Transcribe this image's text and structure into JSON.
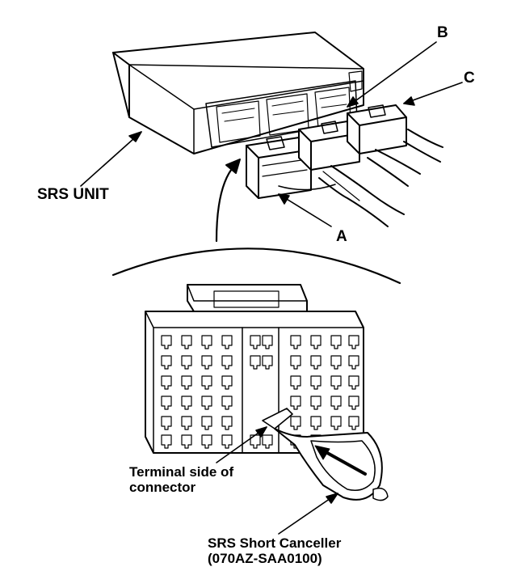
{
  "labels": {
    "srs_unit": "SRS UNIT",
    "a": "A",
    "b": "B",
    "c": "C",
    "terminal_line1": "Terminal side of",
    "terminal_line2": "connector",
    "canceller_line1": "SRS Short Canceller",
    "canceller_line2": "(070AZ-SAA0100)"
  },
  "colors": {
    "ink": "#000000",
    "paper": "#ffffff"
  }
}
